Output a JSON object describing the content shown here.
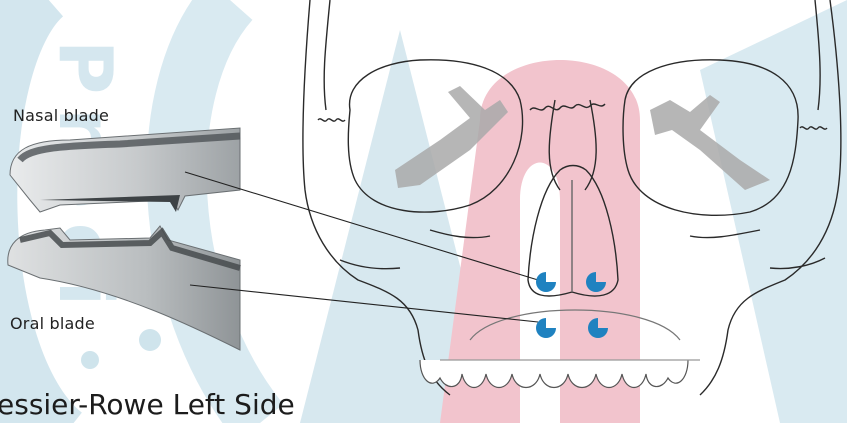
{
  "labels": {
    "nasal_blade": "Nasal blade",
    "oral_blade": "Oral blade",
    "title": "essier-Rowe Left Side"
  },
  "watermark": {
    "text": "Preci",
    "color": "#3a8fbf"
  },
  "colors": {
    "background": "#ffffff",
    "watermark_blue": "#d3e6ee",
    "watermark_red": "#f2c4cd",
    "marker_blue": "#1f82c0",
    "skull_line": "#2a2a2a",
    "skull_shadow": "#a9a9a9",
    "blade_metal": "#c9cccd",
    "blade_dark": "#5f6366"
  },
  "icons": {
    "pointer_lines": "leader-line",
    "markers": "blade-contact-marker"
  }
}
